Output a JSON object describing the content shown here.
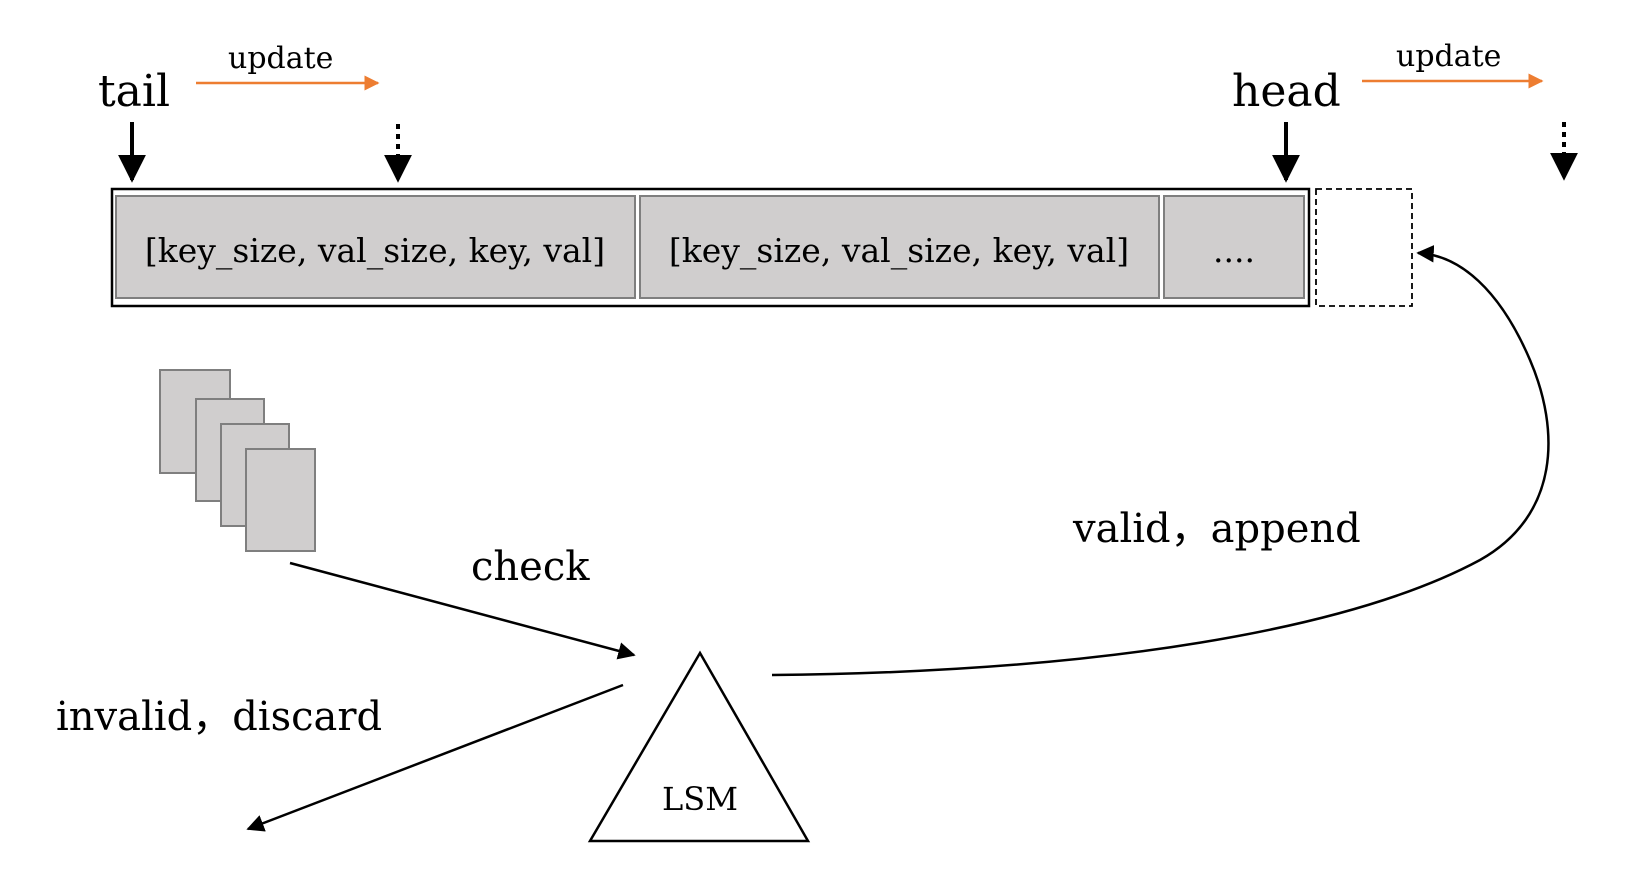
{
  "labels": {
    "tail": "tail",
    "head": "head",
    "update_left": "update",
    "update_right": "update",
    "check": "check",
    "valid_append": "valid，append",
    "invalid_discard": "invalid，discard",
    "lsm": "LSM"
  },
  "log_entries": [
    {
      "text": "[key_size, val_size, key, val]"
    },
    {
      "text": "[key_size, val_size, key, val]"
    },
    {
      "text": "...."
    }
  ],
  "colors": {
    "update_arrow": "#ED7D31",
    "entry_fill": "#D0CECE",
    "entry_stroke": "#7F7F7F",
    "page_fill": "#D0CECE",
    "line": "#000000"
  }
}
